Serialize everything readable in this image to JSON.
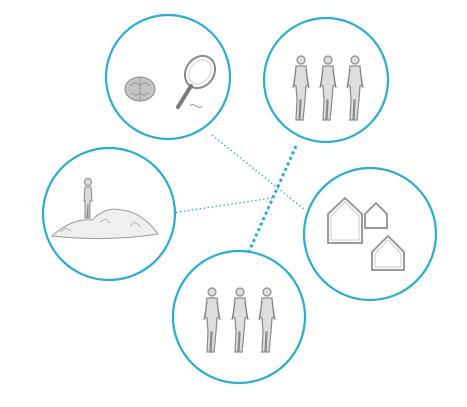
{
  "diagram": {
    "nodes": [
      {
        "id": "brain-magnifier",
        "icons": [
          "brain-icon",
          "magnifying-glass-icon"
        ]
      },
      {
        "id": "group-top",
        "icons": [
          "person-icon",
          "person-icon",
          "person-icon"
        ]
      },
      {
        "id": "landscape",
        "icons": [
          "person-on-hill-icon"
        ]
      },
      {
        "id": "houses",
        "icons": [
          "house-outline-icon",
          "house-outline-icon",
          "house-outline-icon"
        ]
      },
      {
        "id": "group-bottom",
        "icons": [
          "person-icon",
          "person-icon",
          "person-icon"
        ]
      }
    ],
    "connections": [
      {
        "from": "brain-magnifier",
        "to": "houses",
        "style": "dotted-thin"
      },
      {
        "from": "landscape",
        "to": "hub",
        "style": "dotted-thin"
      },
      {
        "from": "group-top",
        "to": "group-bottom",
        "style": "dotted-thick"
      }
    ],
    "colors": {
      "circle_stroke": "#2aaed0",
      "connector": "#2aaed0",
      "sketch": "#9a9a9a"
    }
  }
}
